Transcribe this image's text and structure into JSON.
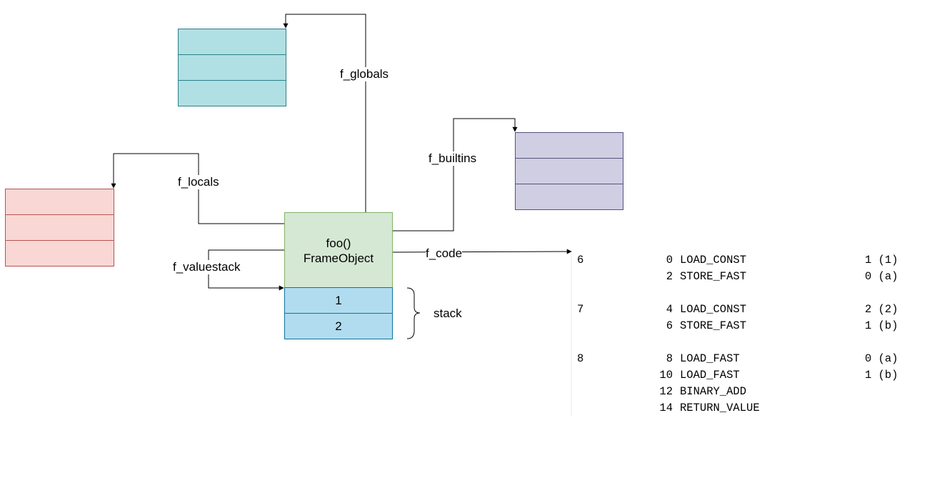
{
  "frame": {
    "line1": "foo()",
    "line2": "FrameObject"
  },
  "labels": {
    "f_globals": "f_globals",
    "f_builtins": "f_builtins",
    "f_locals": "f_locals",
    "f_valuestack": "f_valuestack",
    "f_code": "f_code",
    "stack": "stack"
  },
  "stack_values": [
    "1",
    "2"
  ],
  "bytecode": [
    {
      "line": "6",
      "offset": "0",
      "op": "LOAD_CONST",
      "arg": "1 (1)"
    },
    {
      "line": "",
      "offset": "2",
      "op": "STORE_FAST",
      "arg": "0 (a)"
    },
    {
      "line": "7",
      "offset": "4",
      "op": "LOAD_CONST",
      "arg": "2 (2)"
    },
    {
      "line": "",
      "offset": "6",
      "op": "STORE_FAST",
      "arg": "1 (b)"
    },
    {
      "line": "8",
      "offset": "8",
      "op": "LOAD_FAST",
      "arg": "0 (a)"
    },
    {
      "line": "",
      "offset": "10",
      "op": "LOAD_FAST",
      "arg": "1 (b)"
    },
    {
      "line": "",
      "offset": "12",
      "op": "BINARY_ADD",
      "arg": ""
    },
    {
      "line": "",
      "offset": "14",
      "op": "RETURN_VALUE",
      "arg": ""
    }
  ],
  "colors": {
    "globals_fill": "#b0e0e3",
    "globals_stroke": "#2d7f8a",
    "locals_fill": "#f8d7d4",
    "locals_stroke": "#b85450",
    "builtins_fill": "#d0cee2",
    "builtins_stroke": "#56517e",
    "frame_fill": "#d5e8d4",
    "frame_stroke": "#82b366",
    "stack_fill": "#b1dcef",
    "stack_stroke": "#10739e"
  }
}
